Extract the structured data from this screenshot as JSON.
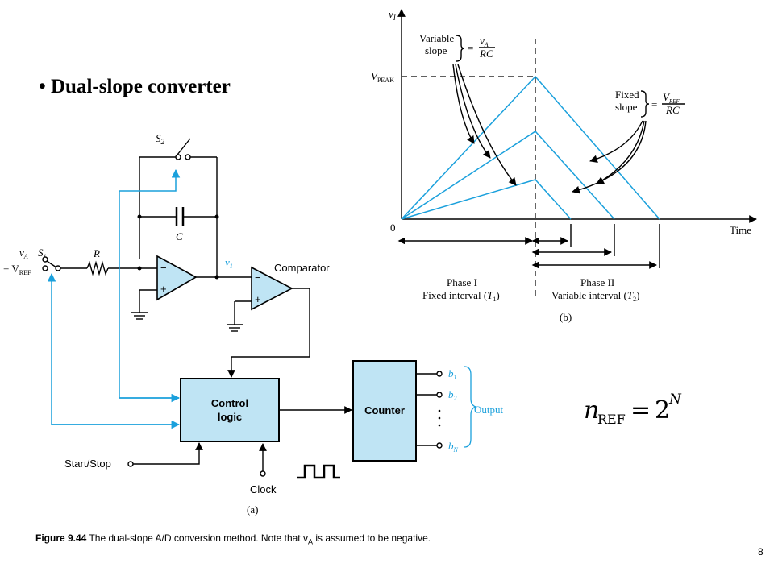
{
  "slide": {
    "title": "• Dual-slope converter",
    "page_number": "8"
  },
  "caption": {
    "figure_label": "Figure 9.44",
    "text_before_sub": "  The dual-slope A/D conversion method. Note that v",
    "sub": "A",
    "text_after_sub": " is assumed to be negative."
  },
  "circuit": {
    "s2_label": "S",
    "s2_sub": "2",
    "c_label": "C",
    "r_label": "R",
    "va_label": "v",
    "va_sub": "A",
    "s1_label": "S",
    "s1_sub": "1",
    "vref_label": "+ V",
    "vref_sub": "REF",
    "v1_label": "v",
    "v1_sub": "1",
    "comparator_label": "Comparator",
    "control_logic_line1": "Control",
    "control_logic_line2": "logic",
    "counter_label": "Counter",
    "start_stop_label": "Start/Stop",
    "clock_label": "Clock",
    "output_label": "Output",
    "bits": [
      {
        "name": "b",
        "sub": "1"
      },
      {
        "name": "b",
        "sub": "2"
      },
      {
        "name": "b",
        "sub": "N"
      }
    ],
    "sublabel": "(a)"
  },
  "graph": {
    "y_axis_label": "v",
    "y_axis_sub": "I",
    "x_axis_label": "Time",
    "origin_label": "0",
    "vpeak_label": "V",
    "vpeak_sub": "PEAK",
    "variable_slope_line1": "Variable",
    "variable_slope_line2": "slope",
    "variable_slope_num": "v",
    "variable_slope_num_sub": "A",
    "variable_slope_den": "RC",
    "fixed_slope_line1": "Fixed",
    "fixed_slope_line2": "slope",
    "fixed_slope_num": "V",
    "fixed_slope_num_sub": "REF",
    "fixed_slope_den": "RC",
    "eq_sign": "=",
    "phase1_line1": "Phase I",
    "phase1_line2": "Fixed interval (",
    "phase1_T": "T",
    "phase1_T_sub": "1",
    "phase2_line1": "Phase II",
    "phase2_line2": "Variable interval (",
    "phase2_T": "T",
    "phase2_T_sub": "2",
    "sublabel": "(b)"
  },
  "formula": {
    "n": "n",
    "n_sub": "REF",
    "equals": "=",
    "base": "2",
    "exponent": "N"
  }
}
